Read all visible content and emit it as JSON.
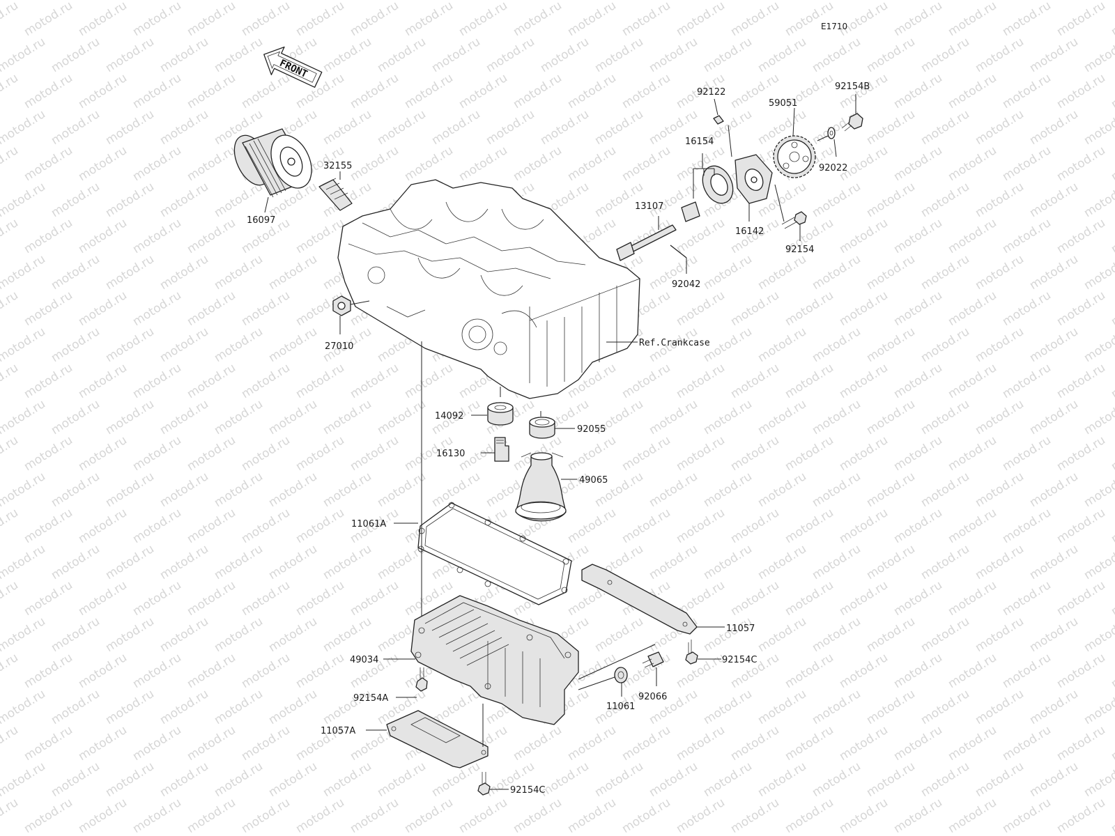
{
  "diagram_code": "E1710",
  "front_label": "FRONT",
  "watermark": "motod.ru",
  "ref_label": "Ref.Crankcase",
  "parts": {
    "p16097": "16097",
    "p32155": "32155",
    "p27010": "27010",
    "p92122": "92122",
    "p16154": "16154",
    "p59051": "59051",
    "p92154B": "92154B",
    "p92022": "92022",
    "p13107": "13107",
    "p16142": "16142",
    "p92154": "92154",
    "p92042": "92042",
    "p14092": "14092",
    "p92055": "92055",
    "p16130": "16130",
    "p49065": "49065",
    "p11061A": "11061A",
    "p11057": "11057",
    "p92154C_right": "92154C",
    "p49034": "49034",
    "p11061": "11061",
    "p92066": "92066",
    "p92154A": "92154A",
    "p11057A": "11057A",
    "p92154C_bottom": "92154C"
  }
}
